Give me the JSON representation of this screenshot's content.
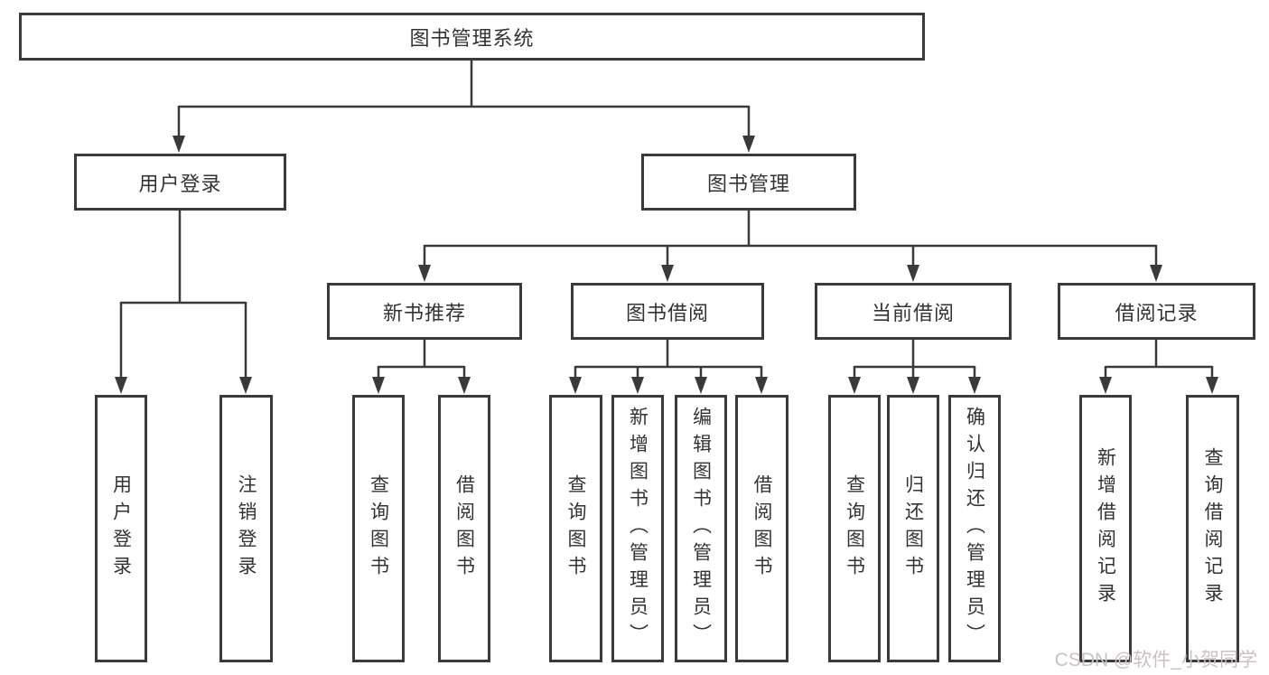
{
  "tree": {
    "label": "图书管理系统",
    "children": [
      {
        "label": "用户登录",
        "children": [
          {
            "label": "用户登录"
          },
          {
            "label": "注销登录"
          }
        ]
      },
      {
        "label": "图书管理",
        "children": [
          {
            "label": "新书推荐",
            "children": [
              {
                "label": "查询图书"
              },
              {
                "label": "借阅图书"
              }
            ]
          },
          {
            "label": "图书借阅",
            "children": [
              {
                "label": "查询图书"
              },
              {
                "label": "新增图书（管理员）"
              },
              {
                "label": "编辑图书（管理员）"
              },
              {
                "label": "借阅图书"
              }
            ]
          },
          {
            "label": "当前借阅",
            "children": [
              {
                "label": "查询图书"
              },
              {
                "label": "归还图书"
              },
              {
                "label": "确认归还（管理员）"
              }
            ]
          },
          {
            "label": "借阅记录",
            "children": [
              {
                "label": "新增借阅记录"
              },
              {
                "label": "查询借阅记录"
              }
            ]
          }
        ]
      }
    ]
  },
  "watermark": {
    "text": "CSDN @软件_小贺同学"
  },
  "colors": {
    "line": "#3a3a3a",
    "box_border": "#3a3a3a",
    "text": "#333333",
    "watermark": "#c9c2c2",
    "background": "#ffffff"
  }
}
